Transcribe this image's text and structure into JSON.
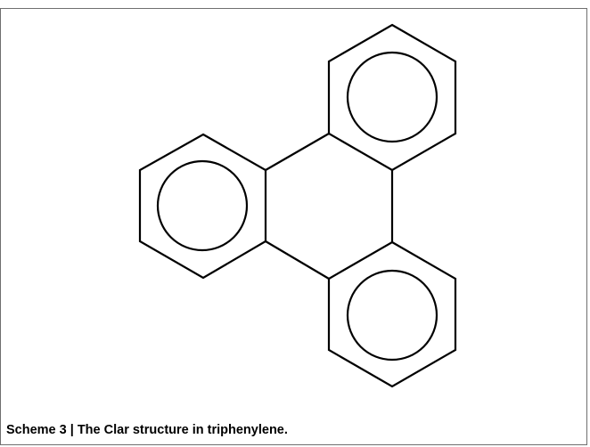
{
  "figure": {
    "caption": "Scheme 3 | The Clar structure in triphenylene."
  },
  "molecule": {
    "rings": [
      {
        "id": "left",
        "aromatic_sextet": true
      },
      {
        "id": "top-right",
        "aromatic_sextet": true
      },
      {
        "id": "bottom-right",
        "aromatic_sextet": true
      },
      {
        "id": "central",
        "aromatic_sextet": false
      }
    ],
    "colors": {
      "bond": "#000000",
      "frame": "#6f6f6f",
      "background": "#ffffff"
    }
  }
}
